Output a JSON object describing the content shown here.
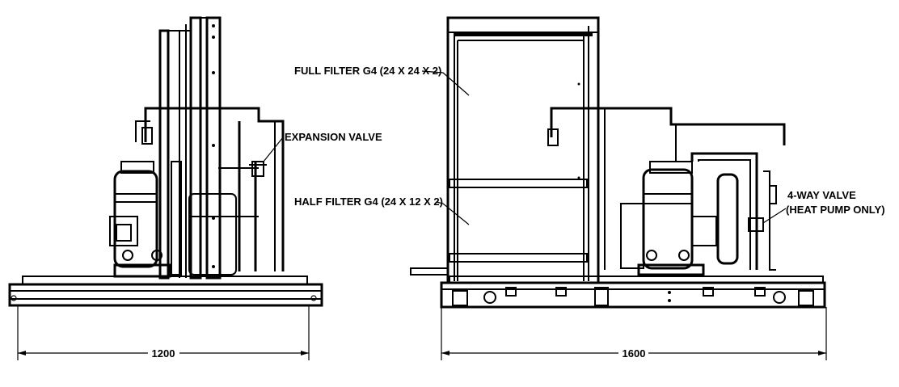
{
  "labels": {
    "full_filter": "FULL FILTER G4 (24 X 24 X 2)",
    "expansion_valve": "EXPANSION VALVE",
    "half_filter": "HALF FILTER G4 (24 X 12 X 2)",
    "four_way_valve_line1": "4-WAY VALVE",
    "four_way_valve_line2": "(HEAT PUMP ONLY)"
  },
  "dimensions": {
    "left_width": "1200",
    "right_width": "1600"
  }
}
